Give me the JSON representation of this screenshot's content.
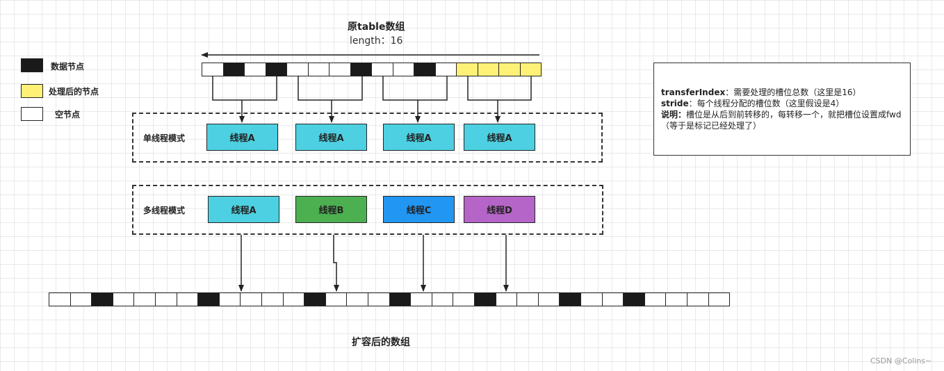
{
  "colors": {
    "data_node": "#1a1a1a",
    "processed_node": "#fff176",
    "empty_node": "#ffffff",
    "thread_a": "#4dd0e1",
    "thread_b": "#4caf50",
    "thread_c": "#2196f3",
    "thread_d": "#b565c8"
  },
  "title": "原table数组",
  "subtitle": "length：16",
  "legend": [
    {
      "label": "数据节点",
      "type": "data"
    },
    {
      "label": "处理后的节点",
      "type": "processed"
    },
    {
      "label": "空节点",
      "type": "empty"
    }
  ],
  "original_array": [
    "empty",
    "data",
    "empty",
    "data",
    "empty",
    "empty",
    "empty",
    "data",
    "empty",
    "empty",
    "data",
    "empty",
    "processed",
    "processed",
    "processed",
    "processed"
  ],
  "single_mode": {
    "label": "单线程模式",
    "threads": [
      {
        "label": "线程A",
        "color": "thread_a"
      },
      {
        "label": "线程A",
        "color": "thread_a"
      },
      {
        "label": "线程A",
        "color": "thread_a"
      },
      {
        "label": "线程A",
        "color": "thread_a"
      }
    ]
  },
  "multi_mode": {
    "label": "多线程模式",
    "threads": [
      {
        "label": "线程A",
        "color": "thread_a"
      },
      {
        "label": "线程B",
        "color": "thread_b"
      },
      {
        "label": "线程C",
        "color": "thread_c"
      },
      {
        "label": "线程D",
        "color": "thread_d"
      }
    ]
  },
  "new_array": [
    "empty",
    "empty",
    "data",
    "empty",
    "empty",
    "empty",
    "empty",
    "data",
    "empty",
    "empty",
    "empty",
    "empty",
    "data",
    "empty",
    "empty",
    "empty",
    "data",
    "empty",
    "empty",
    "empty",
    "data",
    "empty",
    "empty",
    "empty",
    "data",
    "empty",
    "empty",
    "data",
    "empty",
    "empty",
    "empty",
    "empty"
  ],
  "new_array_label": "扩容后的数组",
  "note": {
    "line1_key": "transferIndex",
    "line1_text": "：需要处理的槽位总数（这里是16）",
    "line2_key": "stride",
    "line2_text": "：每个线程分配的槽位数（这里假设是4）",
    "line3_key": "说明：",
    "line3_text": "槽位是从后到前转移的，每转移一个，就把槽位设置成fwd（等于是标记已经处理了）"
  },
  "watermark": "CSDN @Colins~"
}
